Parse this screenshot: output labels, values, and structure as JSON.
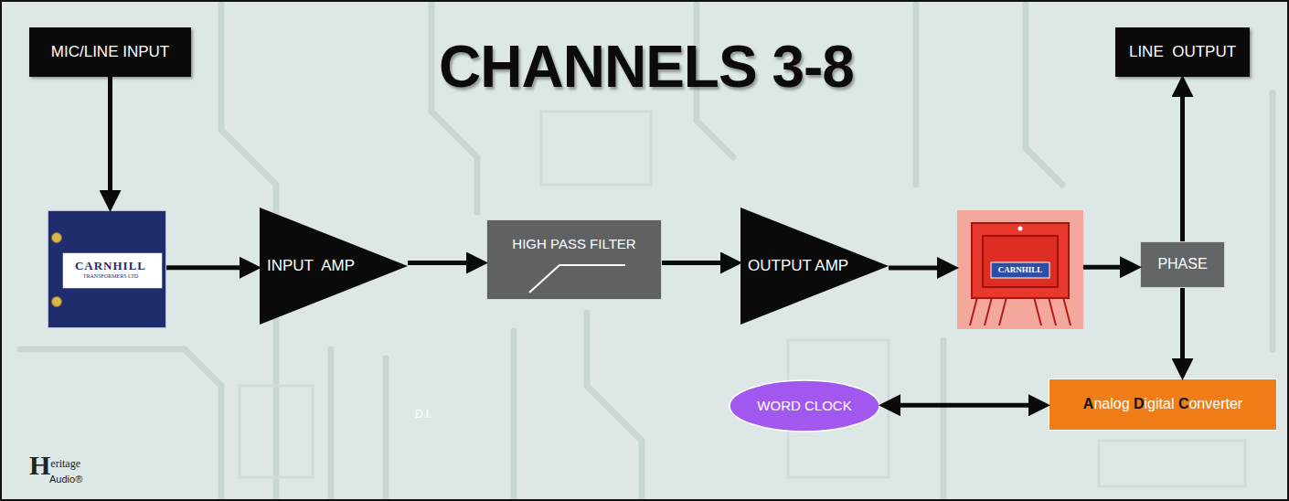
{
  "diagram": {
    "title": "CHANNELS 3-8",
    "nodes": [
      {
        "text": [
          "MIC/LINE INPUT"
        ]
      },
      {
        "text": [
          "LINE  OUTPUT"
        ]
      },
      {
        "text": [
          "CARNHILL",
          "TRANSFORMERS LTD"
        ]
      },
      {
        "text": [
          "INPUT  AMP"
        ]
      },
      {
        "text": [
          "HIGH PASS FILTER"
        ]
      },
      {
        "text": [
          "OUTPUT AMP"
        ]
      },
      {
        "text": [
          "CARNHILL"
        ]
      },
      {
        "text": [
          "PHASE"
        ]
      },
      {
        "text": [
          "WORD CLOCK"
        ]
      },
      {
        "text": [
          "Analog Digital Converter"
        ]
      }
    ],
    "edges": [
      {
        "from": 0,
        "to": 2,
        "arrow": "to"
      },
      {
        "from": 2,
        "to": 3,
        "arrow": "to"
      },
      {
        "from": 3,
        "to": 4,
        "arrow": "to"
      },
      {
        "from": 4,
        "to": 5,
        "arrow": "to"
      },
      {
        "from": 5,
        "to": 6,
        "arrow": "to"
      },
      {
        "from": 6,
        "to": 7,
        "arrow": "to"
      },
      {
        "from": 7,
        "to": 1,
        "arrow": "to"
      },
      {
        "from": 7,
        "to": 9,
        "arrow": "to"
      },
      {
        "from": 8,
        "to": 9,
        "arrow": "both"
      }
    ],
    "labels": [
      "D.I.",
      "Heritage",
      "Audio®"
    ]
  }
}
